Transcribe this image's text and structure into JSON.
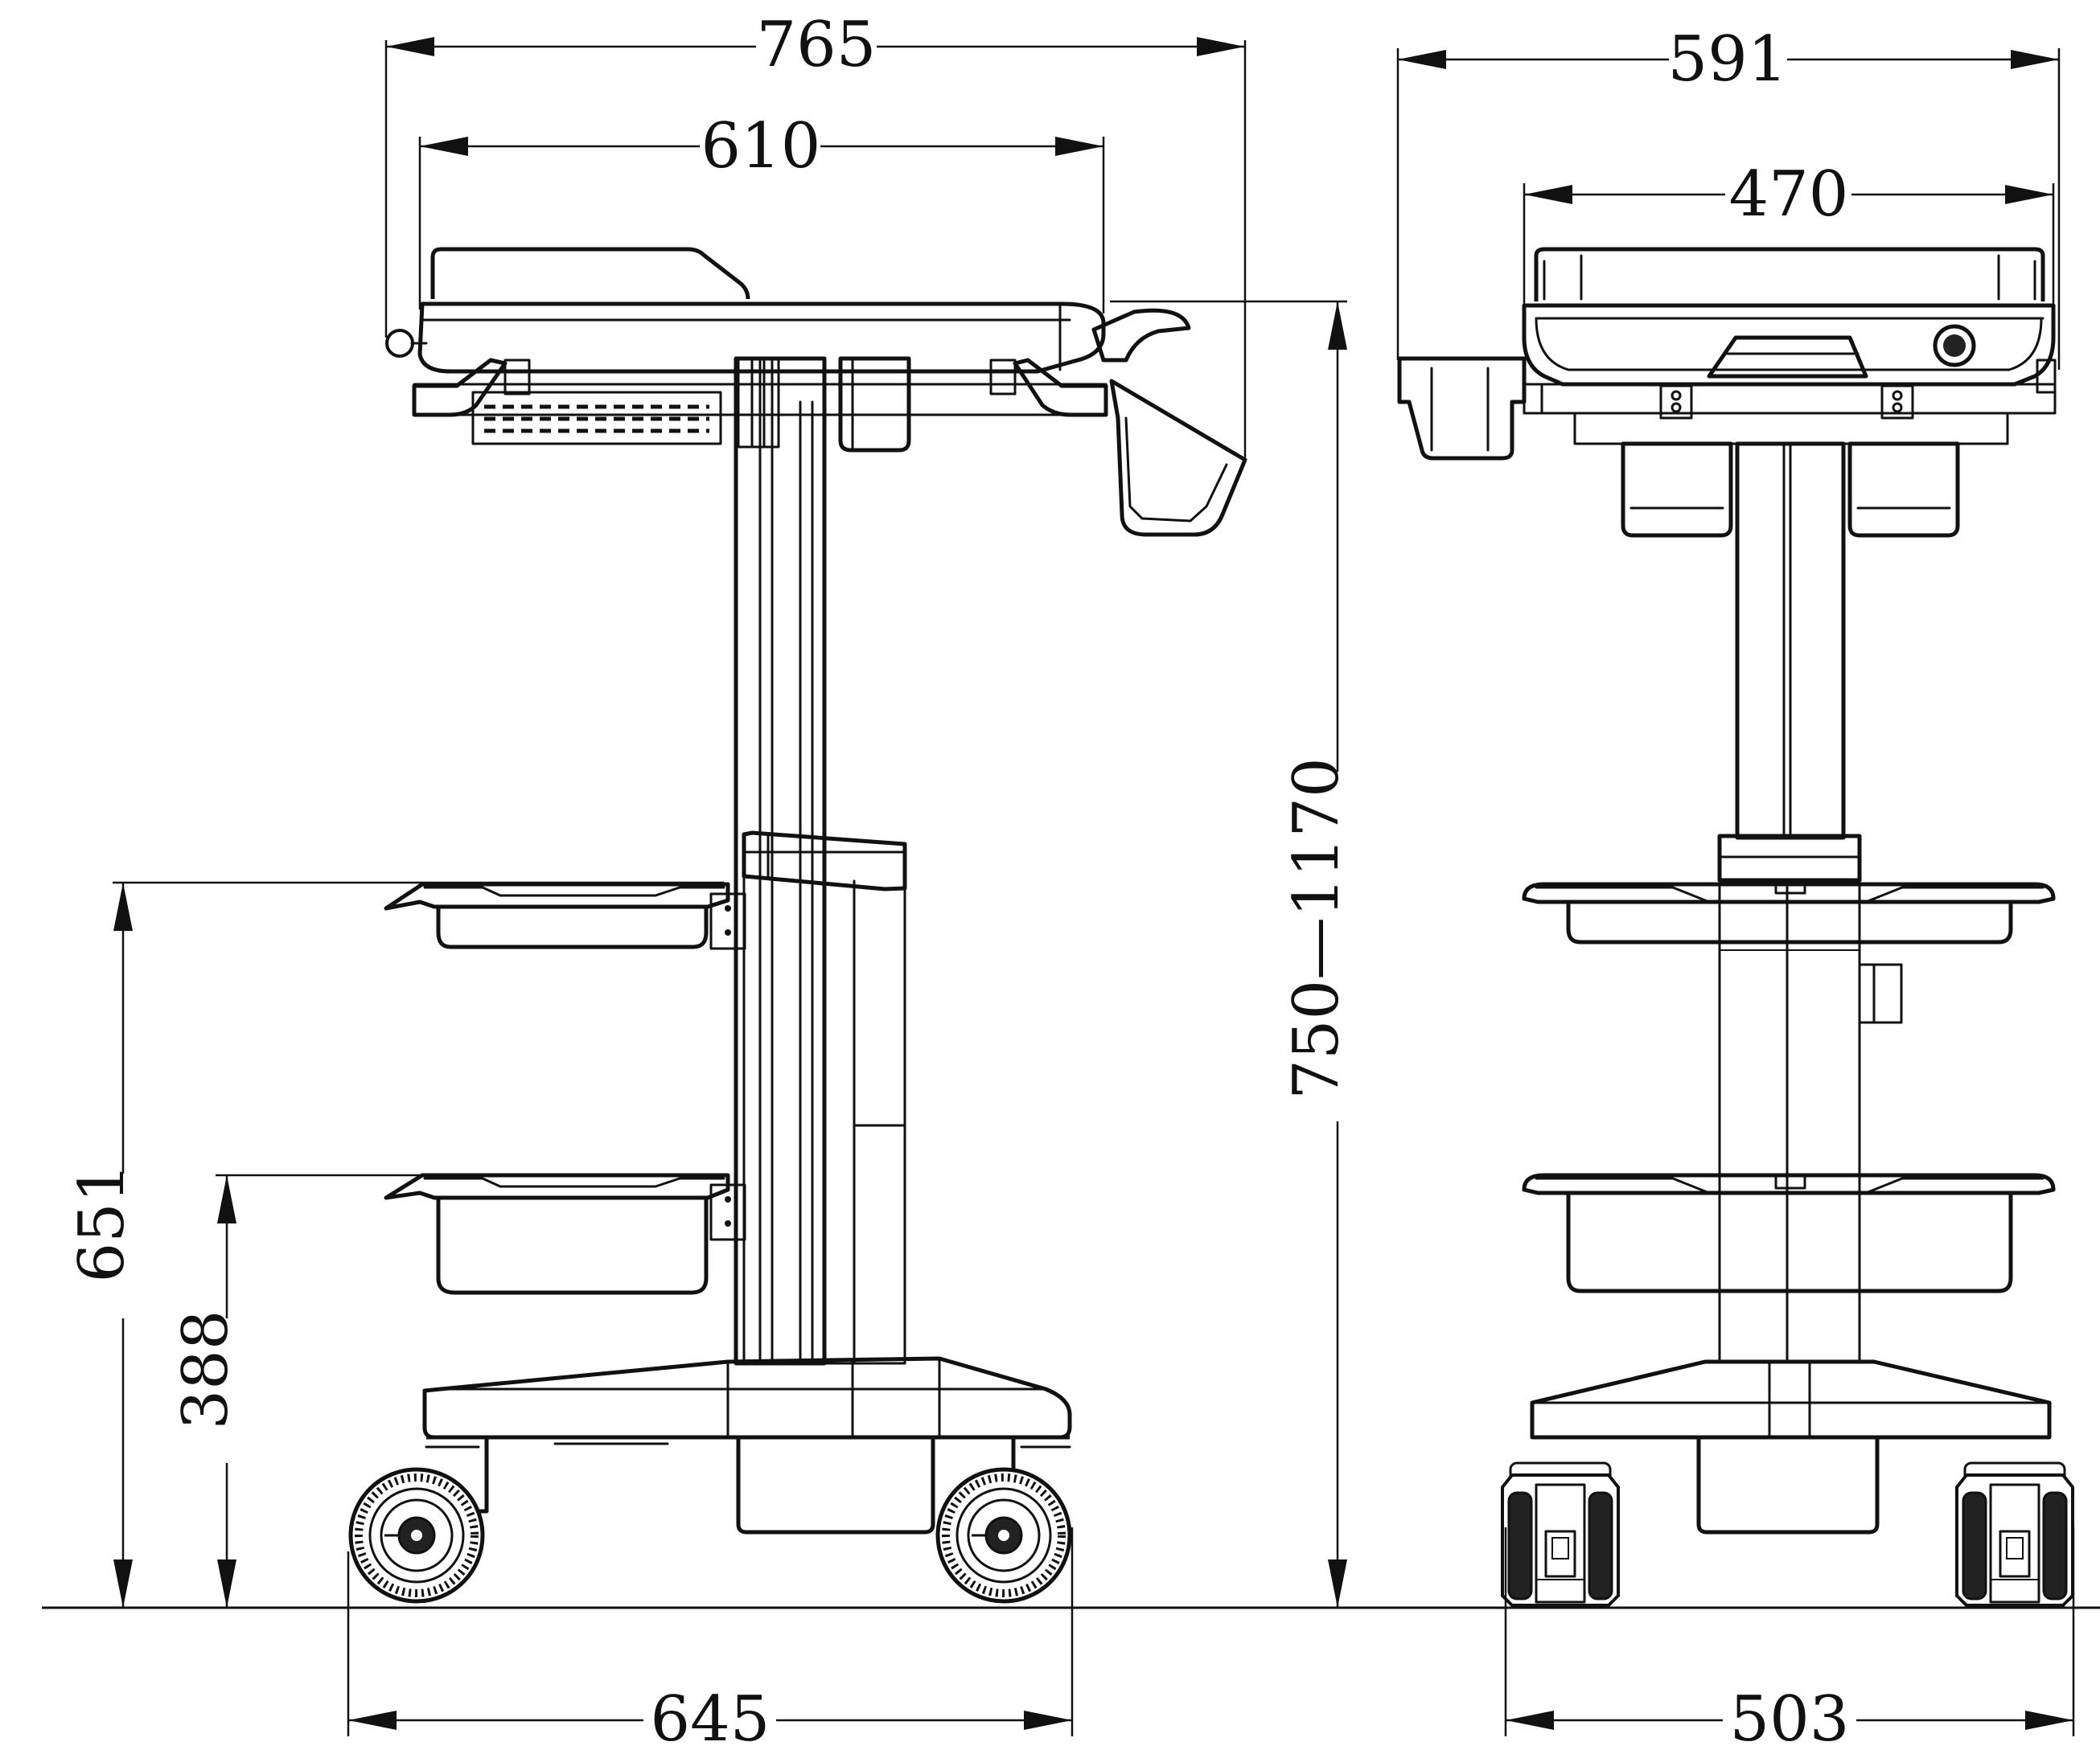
{
  "drawing": {
    "side_view": {
      "overall_width": "765",
      "top_width": "610",
      "height_range": "750—1170",
      "upper_tray_height": "651",
      "lower_tray_height": "388",
      "base_width": "645"
    },
    "front_view": {
      "overall_width": "591",
      "top_width": "470",
      "base_width": "503"
    }
  }
}
